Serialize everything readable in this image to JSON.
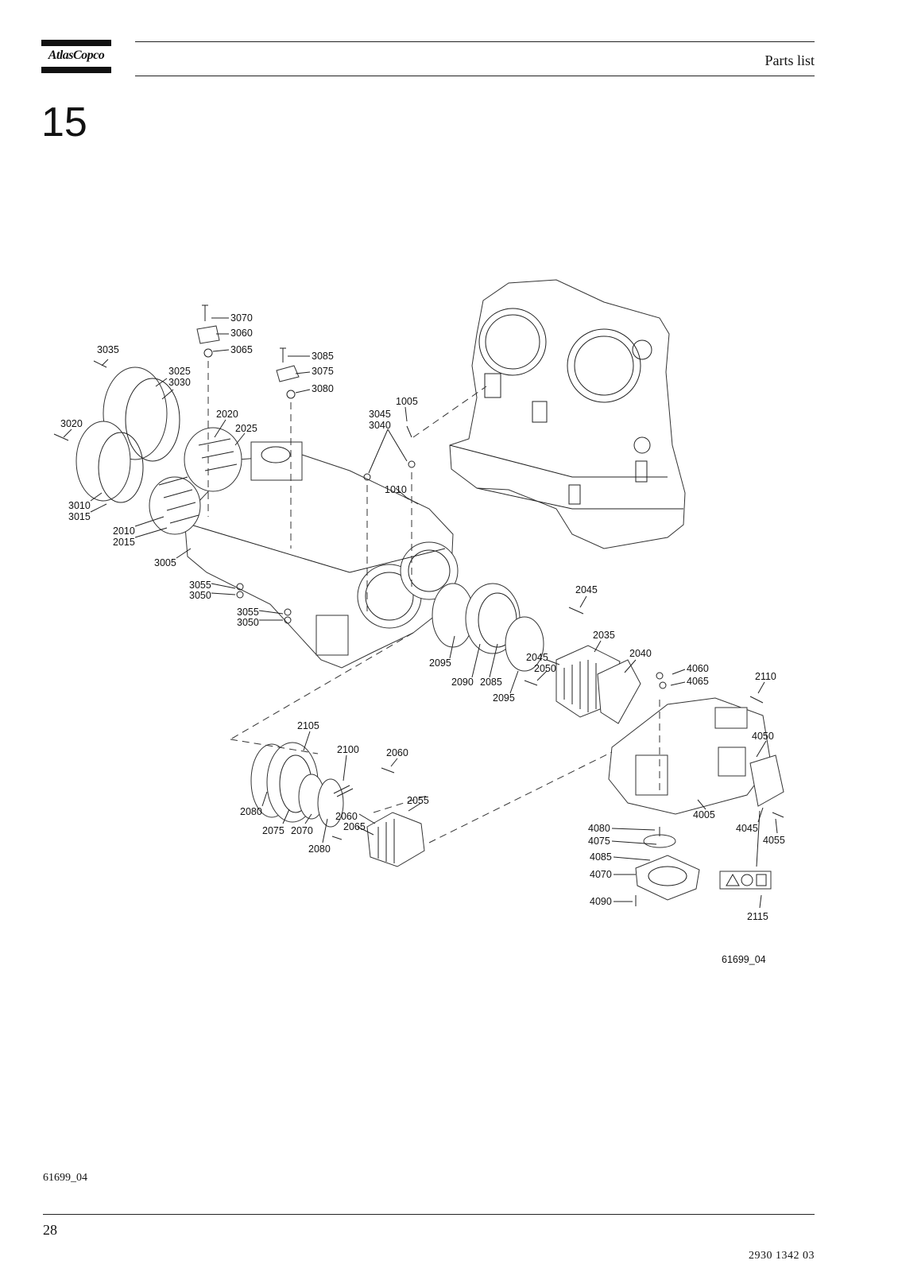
{
  "header": {
    "logo_text": "AtlasCopco",
    "title": "Parts list"
  },
  "section": {
    "number": "15"
  },
  "figure": {
    "reference": "61699_04",
    "part_labels": [
      "3070",
      "3060",
      "3065",
      "3085",
      "3075",
      "3080",
      "3035",
      "3025",
      "3030",
      "3020",
      "2020",
      "2025",
      "1005",
      "3045",
      "3040",
      "3010",
      "3015",
      "2010",
      "2015",
      "1010",
      "3005",
      "3055",
      "3050",
      "3055",
      "3050",
      "2045",
      "2035",
      "2095",
      "2090",
      "2085",
      "2045",
      "2050",
      "2040",
      "4060",
      "4065",
      "2110",
      "2095",
      "2105",
      "2100",
      "2060",
      "4050",
      "2055",
      "2080",
      "2060",
      "2065",
      "4005",
      "2075",
      "2070",
      "4045",
      "4055",
      "2080",
      "4080",
      "4075",
      "4085",
      "4070",
      "4090",
      "2115"
    ]
  },
  "footer": {
    "reference": "61699_04",
    "page_number": "28",
    "doc_number": "2930 1342 03"
  }
}
